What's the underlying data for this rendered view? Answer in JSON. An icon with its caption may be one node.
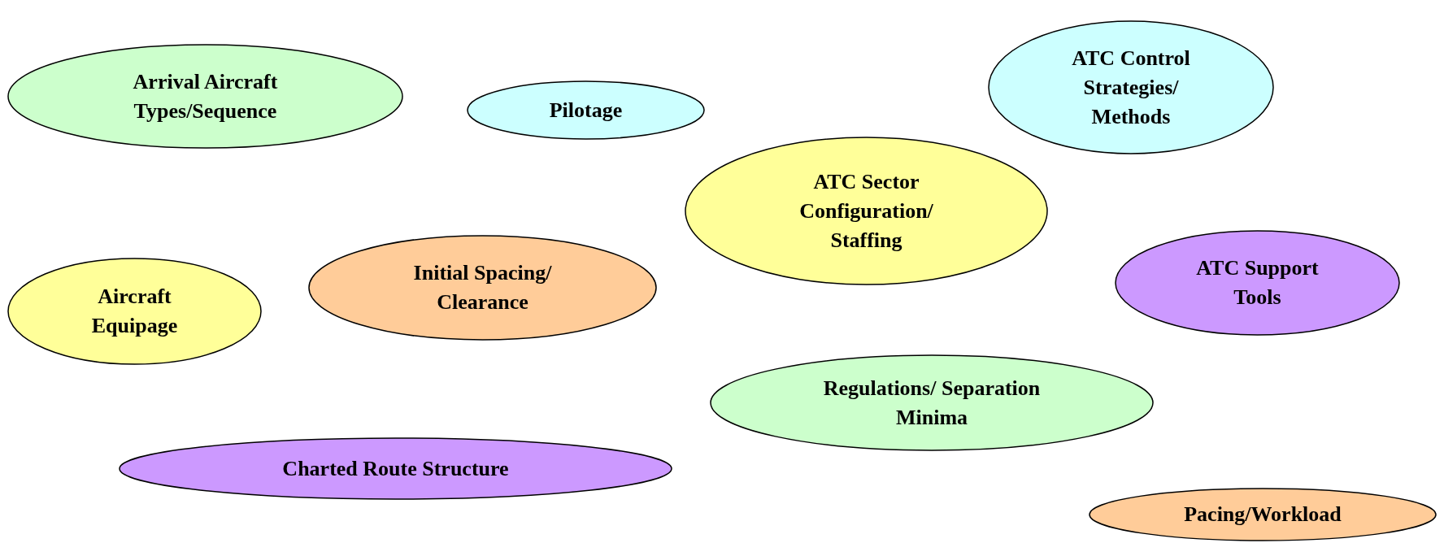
{
  "diagram": {
    "nodes": [
      {
        "text": [
          "Arrival Aircraft Types/Sequence"
        ]
      },
      {
        "text": [
          "Pilotage"
        ]
      },
      {
        "text": [
          "ATC Control Strategies/ Methods"
        ]
      },
      {
        "text": [
          "ATC Sector Configuration/ Staffing"
        ]
      },
      {
        "text": [
          "Initial Spacing/ Clearance"
        ]
      },
      {
        "text": [
          "Aircraft Equipage"
        ]
      },
      {
        "text": [
          "ATC Support Tools"
        ]
      },
      {
        "text": [
          "Regulations/ Separation Minima"
        ]
      },
      {
        "text": [
          "Charted Route Structure"
        ]
      },
      {
        "text": [
          "Pacing/Workload"
        ]
      }
    ]
  }
}
